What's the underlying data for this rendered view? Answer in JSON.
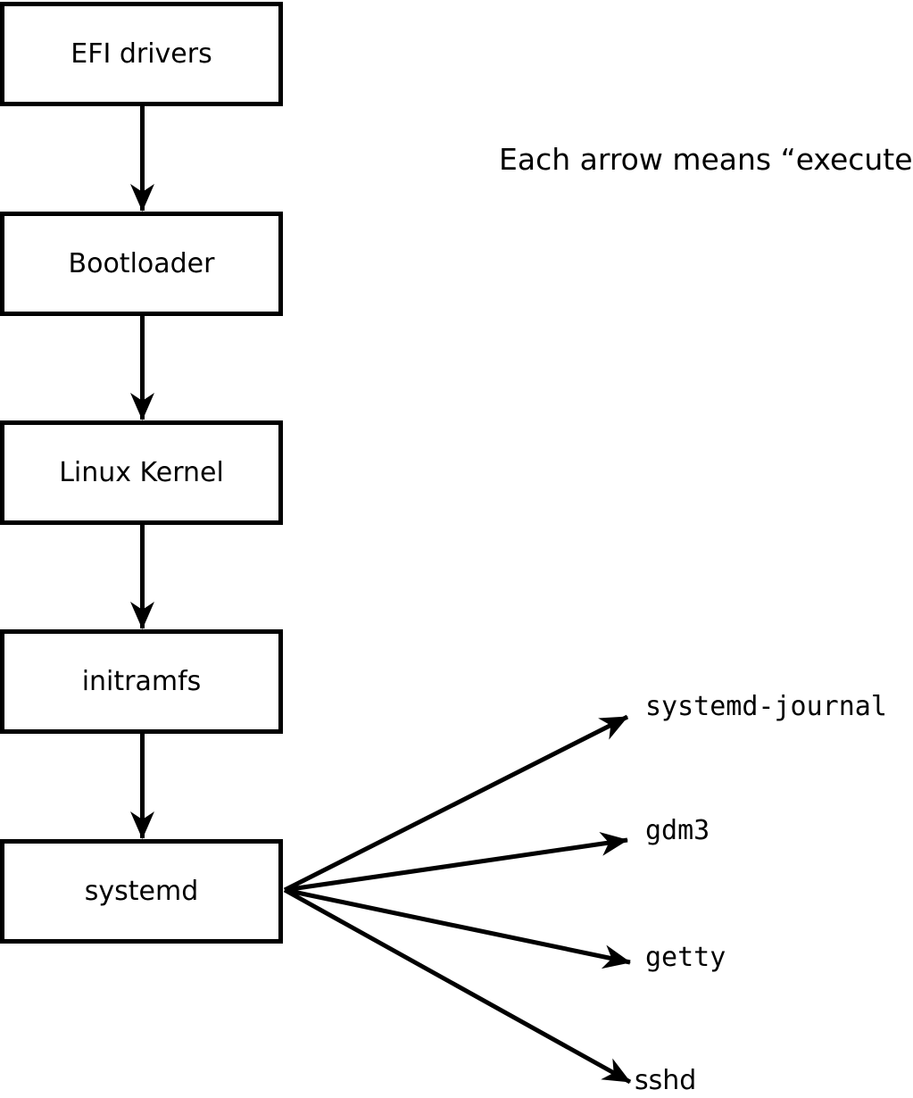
{
  "diagram": {
    "annotation": "Each arrow means “executes”.",
    "arrow_meaning": "executes",
    "colors": {
      "line": "#000000",
      "box_fill": "#ffffff",
      "background": "#ffffff",
      "text": "#000000"
    },
    "chain": [
      {
        "id": "efi-drivers",
        "label": "EFI drivers"
      },
      {
        "id": "bootloader",
        "label": "Bootloader"
      },
      {
        "id": "linux-kernel",
        "label": "Linux Kernel"
      },
      {
        "id": "initramfs",
        "label": "initramfs"
      },
      {
        "id": "systemd",
        "label": "systemd"
      }
    ],
    "spawned": [
      {
        "id": "systemd-journal",
        "label": "systemd-journal"
      },
      {
        "id": "gdm3",
        "label": "gdm3"
      },
      {
        "id": "getty",
        "label": "getty"
      },
      {
        "id": "sshd",
        "label": "sshd"
      }
    ],
    "edges": [
      {
        "from": "efi-drivers",
        "to": "bootloader",
        "meaning": "executes"
      },
      {
        "from": "bootloader",
        "to": "linux-kernel",
        "meaning": "executes"
      },
      {
        "from": "linux-kernel",
        "to": "initramfs",
        "meaning": "executes"
      },
      {
        "from": "initramfs",
        "to": "systemd",
        "meaning": "executes"
      },
      {
        "from": "systemd",
        "to": "systemd-journal",
        "meaning": "executes"
      },
      {
        "from": "systemd",
        "to": "gdm3",
        "meaning": "executes"
      },
      {
        "from": "systemd",
        "to": "getty",
        "meaning": "executes"
      },
      {
        "from": "systemd",
        "to": "sshd",
        "meaning": "executes"
      }
    ]
  }
}
